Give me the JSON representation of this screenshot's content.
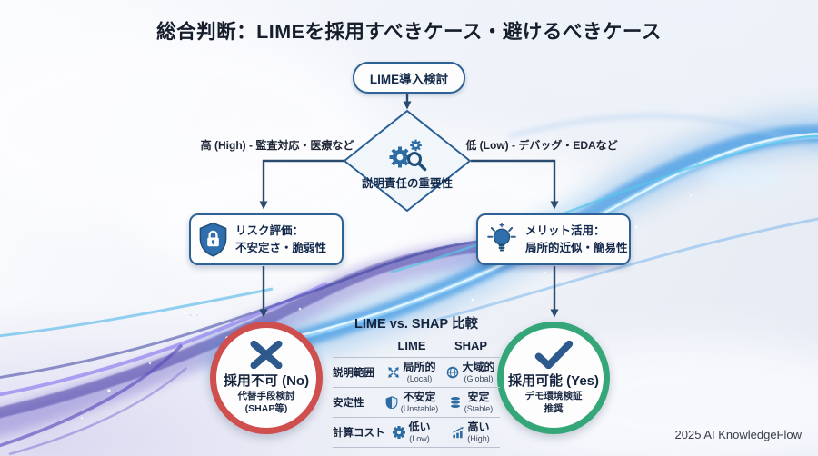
{
  "title": "総合判断：LIMEを採用すべきケース・避けるべきケース",
  "footer": "2025 AI KnowledgeFlow",
  "flow": {
    "start": "LIME導入検討",
    "decision": "説明責任の重要性",
    "branch_left": "高 (High) - 監査対応・医療など",
    "branch_right": "低 (Low) - デバッグ・EDAなど",
    "risk_box": {
      "line1": "リスク評価：",
      "line2": "不安定さ・脆弱性"
    },
    "merit_box": {
      "line1": "メリット活用：",
      "line2": "局所的近似・簡易性"
    },
    "no_circle": {
      "main": "採用不可 (No)",
      "sub1": "代替手段検討",
      "sub2": "(SHAP等)"
    },
    "yes_circle": {
      "main": "採用可能 (Yes)",
      "sub1": "デモ環境検証",
      "sub2": "推奨"
    }
  },
  "comparison": {
    "title": "LIME vs. SHAP 比較",
    "col1": "LIME",
    "col2": "SHAP",
    "rows": [
      {
        "label": "説明範囲",
        "lime": "局所的",
        "lime_sub": "(Local)",
        "shap": "大域的",
        "shap_sub": "(Global)"
      },
      {
        "label": "安定性",
        "lime": "不安定",
        "lime_sub": "(Unstable)",
        "shap": "安定",
        "shap_sub": "(Stable)"
      },
      {
        "label": "計算コスト",
        "lime": "低い",
        "lime_sub": "(Low)",
        "shap": "高い",
        "shap_sub": "(High)"
      }
    ]
  },
  "icons": {
    "decision": "gears-search",
    "risk": "shield-lock",
    "merit": "lightbulb",
    "no": "x-mark",
    "yes": "checkmark",
    "scope_lime": "arrows-expand",
    "scope_shap": "globe",
    "stability_lime": "shield",
    "stability_shap": "database",
    "cost_lime": "gear",
    "cost_shap": "bar-chart-up"
  },
  "colors": {
    "node_border_blue": "#2e6296",
    "icon_blue": "#2d6ca2",
    "dark_navy": "#15233d",
    "no_red": "#cf4e4e",
    "yes_green": "#35a678",
    "mark_blue": "#2e598c"
  }
}
